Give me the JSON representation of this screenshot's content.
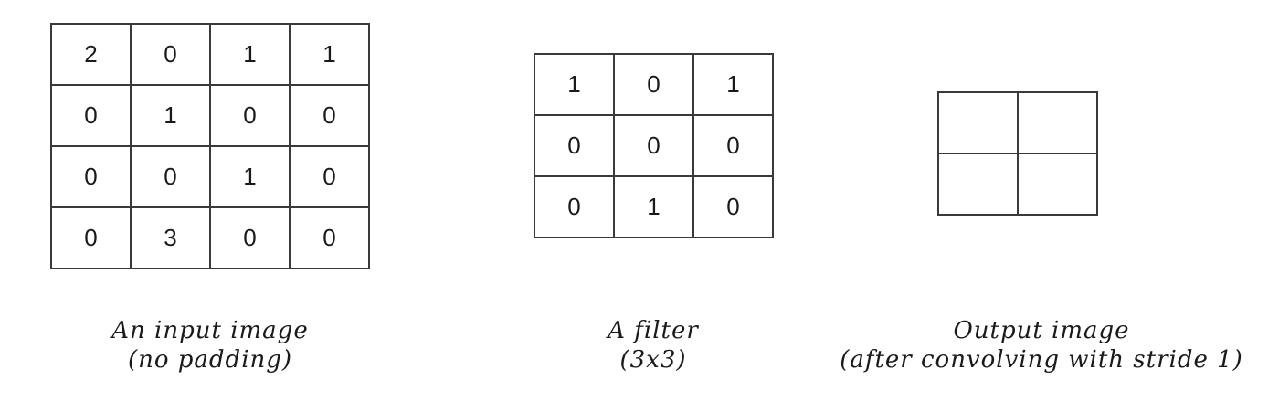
{
  "input": {
    "rows": [
      [
        "2",
        "0",
        "1",
        "1"
      ],
      [
        "0",
        "1",
        "0",
        "0"
      ],
      [
        "0",
        "0",
        "1",
        "0"
      ],
      [
        "0",
        "3",
        "0",
        "0"
      ]
    ],
    "caption_line1": "An input image",
    "caption_line2": "(no padding)"
  },
  "filter": {
    "rows": [
      [
        "1",
        "0",
        "1"
      ],
      [
        "0",
        "0",
        "0"
      ],
      [
        "0",
        "1",
        "0"
      ]
    ],
    "caption_line1": "A filter",
    "caption_line2": "(3x3)"
  },
  "output": {
    "rows": [
      [
        "",
        ""
      ],
      [
        "",
        ""
      ]
    ],
    "caption_line1": "Output image",
    "caption_line2": "(after convolving with stride 1)"
  }
}
